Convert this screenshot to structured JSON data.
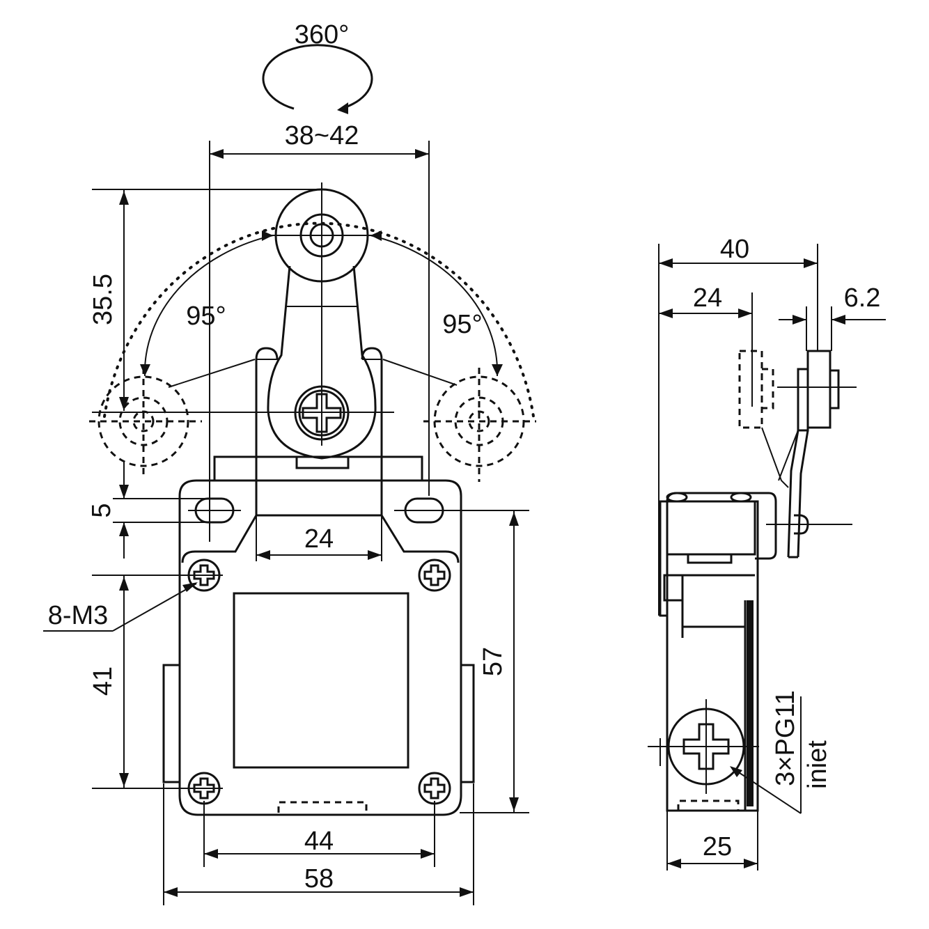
{
  "labels": {
    "rotation": "360°",
    "lever_width": "38~42",
    "arm_height": "35.5",
    "angle_left": "95°",
    "angle_right": "95°",
    "slot": "5",
    "top_width": "24",
    "screws": "8-M3",
    "hole_pitch_v": "41",
    "height": "57",
    "hole_pitch_h": "44",
    "body_width": "58",
    "side_depth": "40",
    "side_offset": "24",
    "roller_width": "6.2",
    "side_width": "25",
    "conduit": "3×PG11",
    "conduit_note": "iniet"
  }
}
